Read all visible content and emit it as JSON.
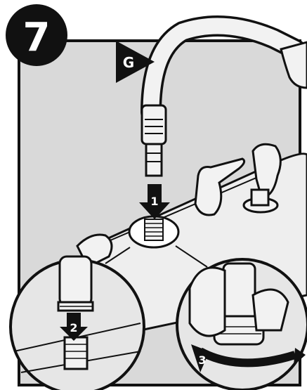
{
  "step": {
    "number": "7"
  },
  "callouts": {
    "part_letter": "G",
    "arrow_1": "1",
    "arrow_2": "2",
    "arrow_3": "3"
  },
  "colors": {
    "panel_fill": "#d9d9d9",
    "line": "#111111",
    "callout_fill": "#111111",
    "callout_text": "#ffffff",
    "part_fill": "#f2f2f2"
  },
  "icons": [
    "step-badge",
    "pointer-triangle",
    "down-arrow",
    "rotate-arrow"
  ]
}
